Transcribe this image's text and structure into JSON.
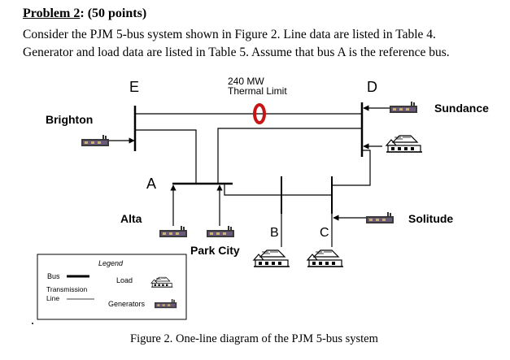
{
  "problem": {
    "label": "Problem 2",
    "points": ": (50 points)",
    "line1": "Consider the PJM 5-bus system shown in Figure 2. Line data are listed in Table 4.",
    "line2": "Generator and load data are listed in Table 5. Assume that bus A is the reference bus."
  },
  "diagram": {
    "bus_e": "E",
    "bus_d": "D",
    "bus_a": "A",
    "bus_b": "B",
    "bus_c": "C",
    "limit_value": "240 MW",
    "limit_label": "Thermal Limit",
    "gen_brighton": "Brighton",
    "gen_sundance": "Sundance",
    "gen_alta": "Alta",
    "gen_parkcity": "Park City",
    "gen_solitude": "Solitude"
  },
  "legend": {
    "title": "Legend",
    "bus": "Bus",
    "transmission": "Transmission",
    "line": "Line",
    "load": "Load",
    "generators": "Generators"
  },
  "caption": "Figure 2. One-line diagram of the PJM 5-bus system"
}
